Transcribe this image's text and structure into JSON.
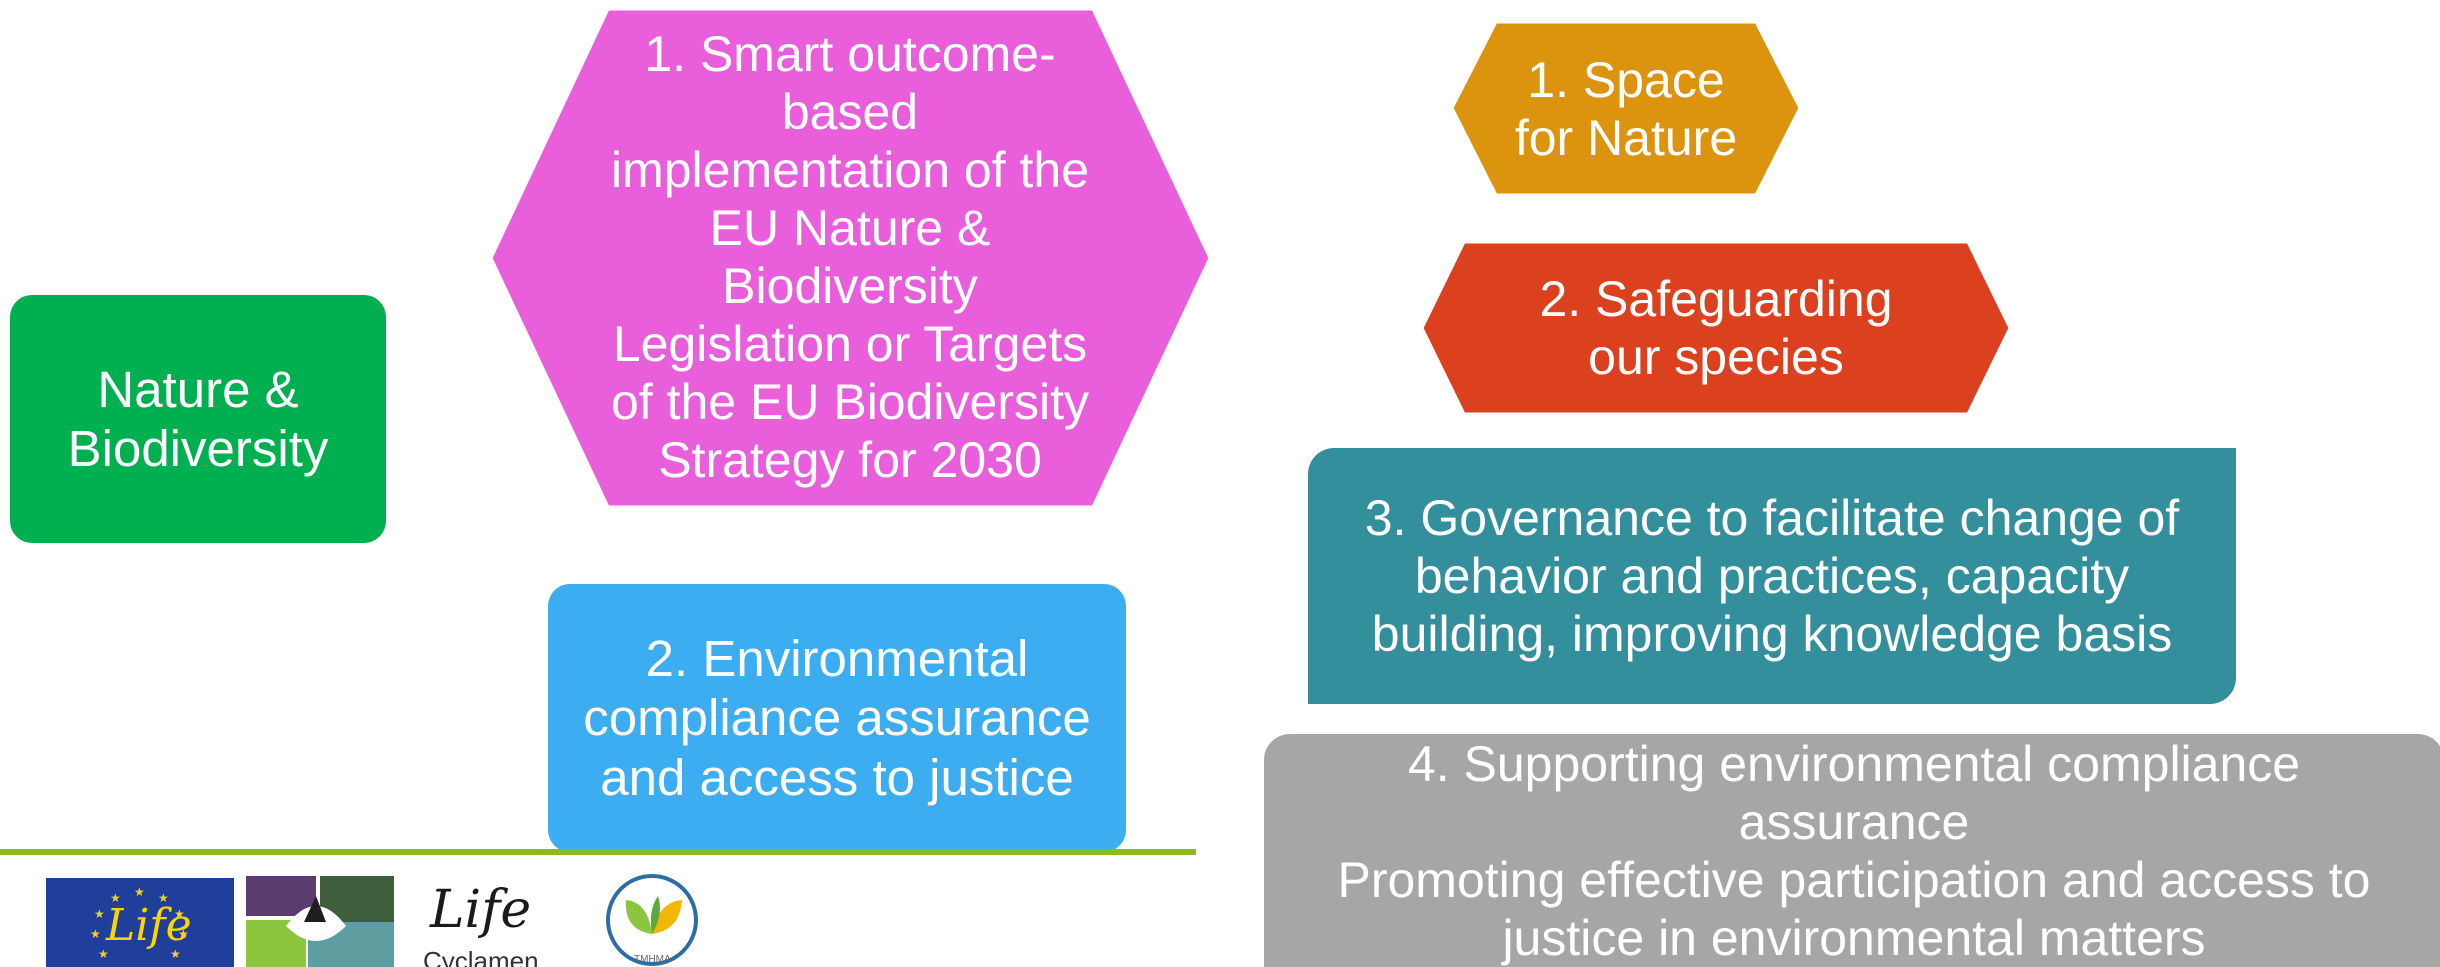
{
  "left_box": {
    "label": "Nature &\nBiodiversity",
    "color": "#00b050"
  },
  "middle": {
    "hexagon_label": "1. Smart outcome-\nbased\nimplementation of the\nEU Nature &\nBiodiversity\nLegislation or Targets\nof the EU Biodiversity\nStrategy for 2030",
    "hexagon_color": "#e95fdb",
    "box_label": "2. Environmental\ncompliance assurance\nand access to justice",
    "box_color": "#3badf0"
  },
  "right": {
    "item1_label": "1. Space\nfor Nature",
    "item1_color": "#dc940f",
    "item2_label": "2. Safeguarding\nour species",
    "item2_color": "#db411e",
    "item3_label": "3. Governance to facilitate change of\nbehavior and practices, capacity\nbuilding, improving knowledge basis",
    "item3_color": "#338f9c",
    "item4_label": "4. Supporting environmental compliance\nassurance\nPromoting effective participation and access to\njustice in environmental matters",
    "item4_color": "#a6a6a6"
  },
  "footer": {
    "line_color": "#8dbb1e",
    "logos": {
      "eu_life_text": "Life",
      "cyclamen_life_text": "Life",
      "cyclamen_name": "Cyclamen",
      "tmima_text": "TMHMA"
    }
  }
}
